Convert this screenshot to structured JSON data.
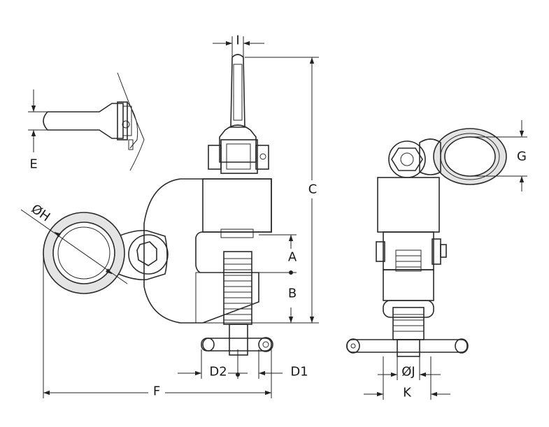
{
  "labels": {
    "I": "I",
    "C": "C",
    "E": "E",
    "H": "ØH",
    "A": "A",
    "B": "B",
    "D2": "D2",
    "D1": "D1",
    "F": "F",
    "G": "G",
    "J": "ØJ",
    "K": "K"
  },
  "colors": {
    "line": "#2a2a2a",
    "body_fill": "#f2f2f2",
    "shade": "#cfcfcf",
    "dark": "#8c8c8c"
  }
}
